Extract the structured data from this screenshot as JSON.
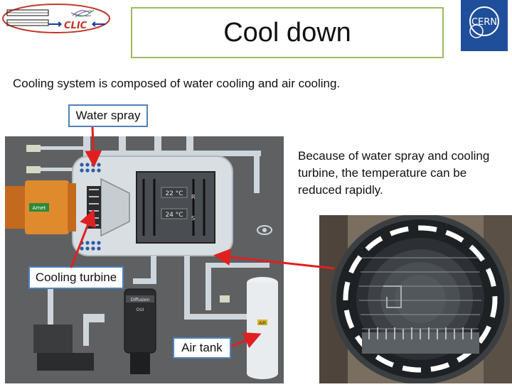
{
  "header": {
    "title": "Cool down",
    "clic_logo_text": "CLIC",
    "cern_logo_text": "CERN"
  },
  "intro_text": "Cooling system is composed of water cooling and air cooling.",
  "labels": {
    "water_spray": "Water spray",
    "cooling_turbine": "Cooling turbine",
    "air_tank": "Air tank"
  },
  "note_text": "Because of water spray and cooling turbine, the temperature can be reduced rapidly.",
  "diagram": {
    "motor_label": "Amet",
    "temp_top": "22 °C",
    "temp_bottom": "24 °C",
    "marker_r": "R",
    "marker_s": "S",
    "diffusion_label": "Diffusion",
    "diffusion_sub": "OUI",
    "tank_label": "AIR"
  },
  "colors": {
    "title_border": "#9bbb59",
    "label_border": "#4f81bd",
    "arrow": "#e02020",
    "cern_blue": "#1f4f9a"
  }
}
